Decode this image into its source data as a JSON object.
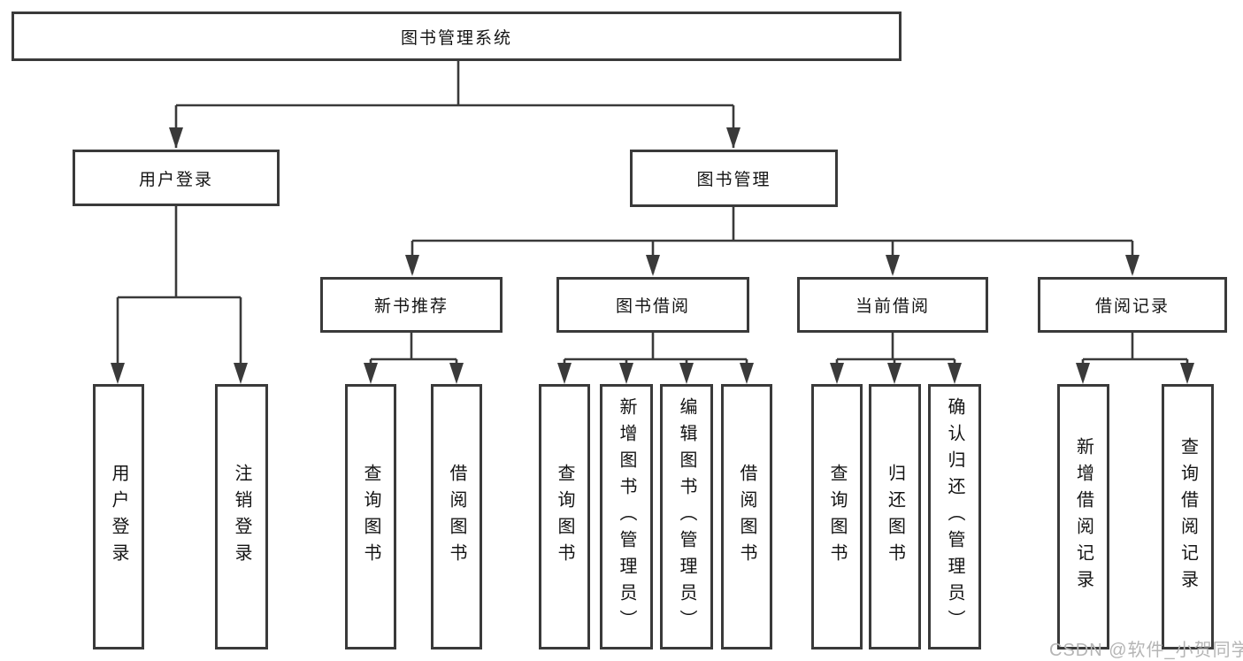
{
  "tree": {
    "label": "图书管理系统",
    "children": [
      {
        "label": "用户登录",
        "children": [
          {
            "label": "用户登录"
          },
          {
            "label": "注销登录"
          }
        ]
      },
      {
        "label": "图书管理",
        "children": [
          {
            "label": "新书推荐",
            "children": [
              {
                "label": "查询图书"
              },
              {
                "label": "借阅图书"
              }
            ]
          },
          {
            "label": "图书借阅",
            "children": [
              {
                "label": "查询图书"
              },
              {
                "label": "新增图书（管理员）"
              },
              {
                "label": "编辑图书（管理员）"
              },
              {
                "label": "借阅图书"
              }
            ]
          },
          {
            "label": "当前借阅",
            "children": [
              {
                "label": "查询图书"
              },
              {
                "label": "归还图书"
              },
              {
                "label": "确认归还（管理员）"
              }
            ]
          },
          {
            "label": "借阅记录",
            "children": [
              {
                "label": "新增借阅记录"
              },
              {
                "label": "查询借阅记录"
              }
            ]
          }
        ]
      }
    ]
  },
  "watermark": {
    "text": "CSDN @软件_小贺同学"
  },
  "colors": {
    "line": "#3a3a3a",
    "watermark": "#b5b5b5",
    "background": "#ffffff"
  }
}
